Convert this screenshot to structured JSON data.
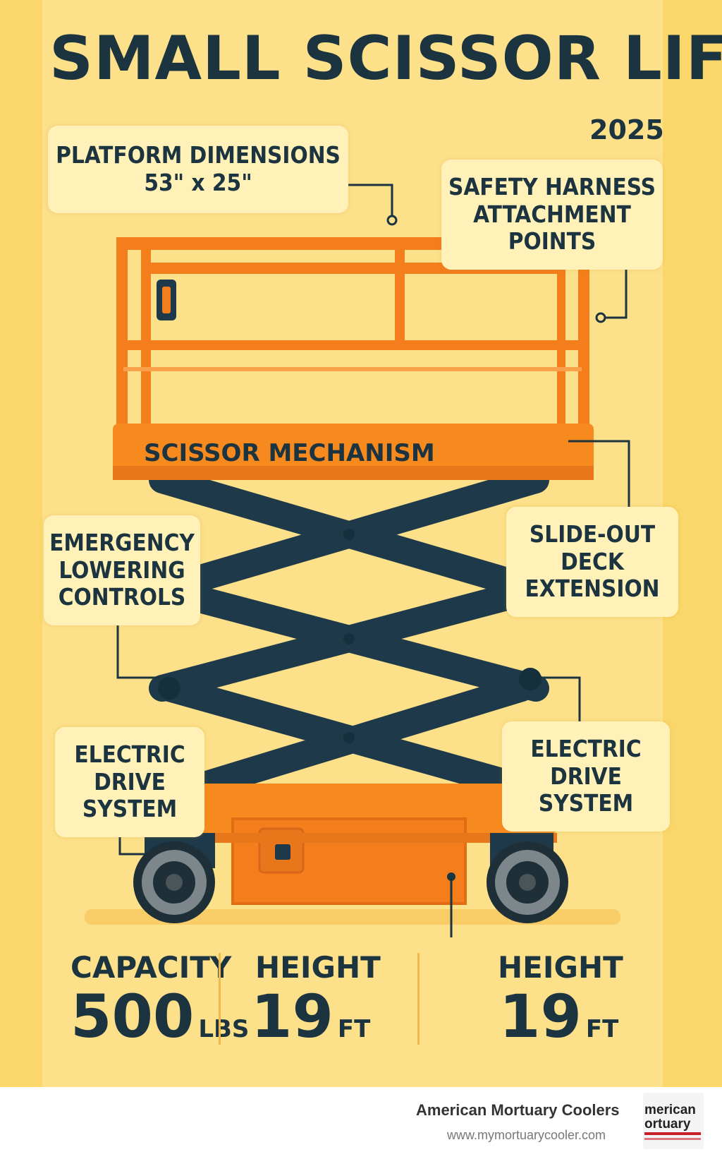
{
  "title": "SMALL SCISSOR LIFT",
  "year": "2025",
  "callouts": {
    "platform": "PLATFORM DIMENSIONS\n53\" x 25\"",
    "harness": "SAFETY HARNESS\nATTACHMENT\nPOINTS",
    "mechanism": "SCISSOR MECHANISM",
    "emergency": "EMERGENCY\nLOWERING\nCONTROLS",
    "deck": "SLIDE-OUT\nDECK\nEXTENSION",
    "drive_left": "ELECTRIC\nDRIVE\nSYSTEM",
    "drive_right": "ELECTRIC\nDRIVE\nSYSTEM"
  },
  "stats": [
    {
      "label": "CAPACITY",
      "value": "500",
      "unit": "LBS"
    },
    {
      "label": "HEIGHT",
      "value": "19",
      "unit": "FT"
    },
    {
      "label": "HEIGHT",
      "value": "19",
      "unit": "FT"
    }
  ],
  "footer": {
    "company": "American Mortuary Coolers",
    "url": "www.mymortuarycooler.com",
    "logo_lines": [
      "merican",
      "ortuary"
    ]
  },
  "colors": {
    "background": "#fbd76b",
    "text": "#1c3340",
    "platform_orange": "#f68a1f",
    "scissor_navy": "#1e3a4a",
    "callout_fill": "#fff1b8"
  }
}
